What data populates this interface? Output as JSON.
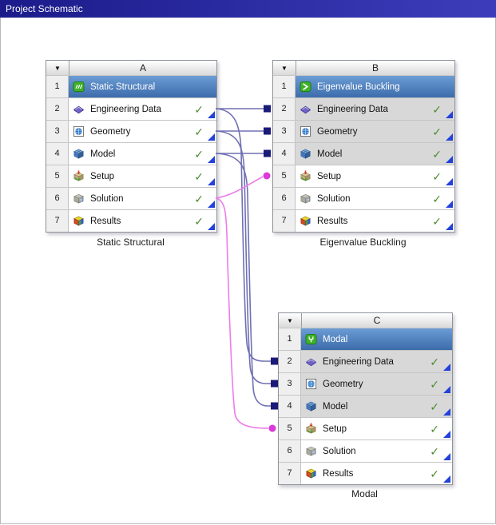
{
  "title_bar": {
    "label": "Project Schematic"
  },
  "glyphs": {
    "check": "✓",
    "dropdown": "▼"
  },
  "colors": {
    "title_bg": "#1b1b8a",
    "selected_row": "#4a7cba",
    "shared_row_bg": "#d8d8d8",
    "check_green": "#4b8b2d",
    "refresh_triangle_blue": "#2441da",
    "share_line": "#7070b4",
    "share_node": "#1a1a78",
    "transfer_line": "#ee7ce8",
    "transfer_node": "#d93ad9"
  },
  "systems": [
    {
      "header": "A",
      "caption": "Static Structural",
      "rows": [
        {
          "num": 1,
          "label": "Static Structural"
        },
        {
          "num": 2,
          "label": "Engineering Data"
        },
        {
          "num": 3,
          "label": "Geometry"
        },
        {
          "num": 4,
          "label": "Model"
        },
        {
          "num": 5,
          "label": "Setup"
        },
        {
          "num": 6,
          "label": "Solution"
        },
        {
          "num": 7,
          "label": "Results"
        }
      ]
    },
    {
      "header": "B",
      "caption": "Eigenvalue Buckling",
      "rows": [
        {
          "num": 1,
          "label": "Eigenvalue Buckling"
        },
        {
          "num": 2,
          "label": "Engineering Data"
        },
        {
          "num": 3,
          "label": "Geometry"
        },
        {
          "num": 4,
          "label": "Model"
        },
        {
          "num": 5,
          "label": "Setup"
        },
        {
          "num": 6,
          "label": "Solution"
        },
        {
          "num": 7,
          "label": "Results"
        }
      ]
    },
    {
      "header": "C",
      "caption": "Modal",
      "rows": [
        {
          "num": 1,
          "label": "Modal"
        },
        {
          "num": 2,
          "label": "Engineering Data"
        },
        {
          "num": 3,
          "label": "Geometry"
        },
        {
          "num": 4,
          "label": "Model"
        },
        {
          "num": 5,
          "label": "Setup"
        },
        {
          "num": 6,
          "label": "Solution"
        },
        {
          "num": 7,
          "label": "Results"
        }
      ]
    }
  ]
}
